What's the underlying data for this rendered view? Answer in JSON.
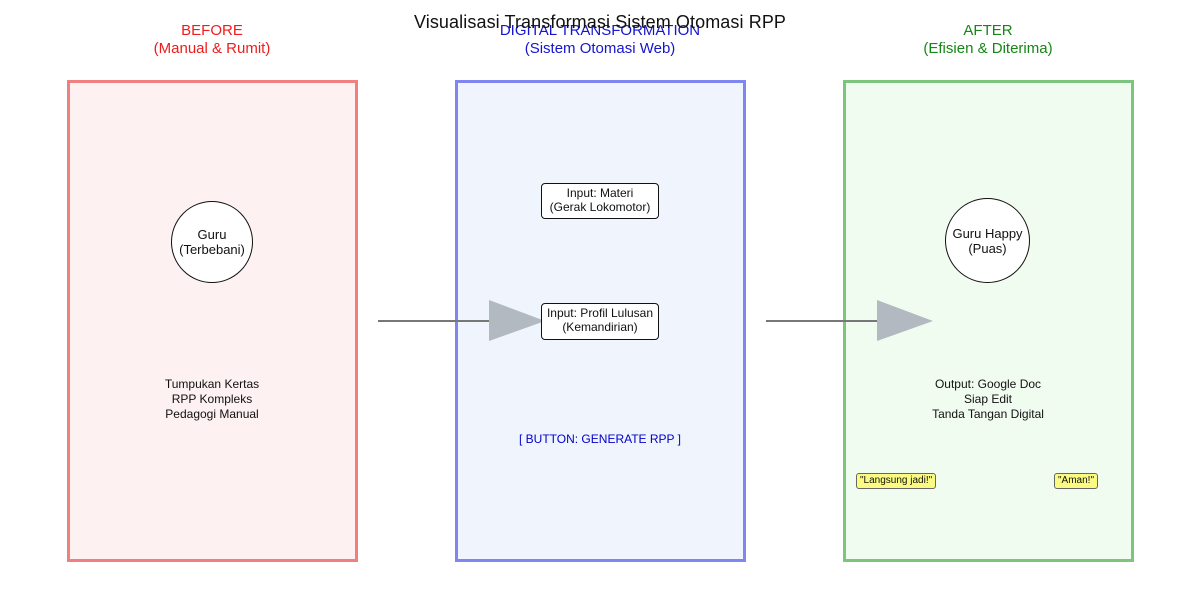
{
  "title": "Visualisasi Transformasi Sistem Otomasi RPP",
  "colors": {
    "before_heading": "#ee1c1c",
    "digital_heading": "#1515d0",
    "after_heading": "#148714",
    "before_border": "#f08080",
    "digital_border": "#7f86ef",
    "after_border": "#7dc47d",
    "arrow": "#b3b9c0",
    "bubble": "#fbfb82"
  },
  "before": {
    "heading_line1": "BEFORE",
    "heading_line2": "(Manual & Rumit)",
    "person_line1": "Guru",
    "person_line2": "(Terbebani)",
    "notes": [
      "Tumpukan Kertas",
      "RPP Kompleks",
      "Pedagogi Manual"
    ]
  },
  "digital": {
    "heading_line1": "DIGITAL TRANSFORMATION",
    "heading_line2": "(Sistem Otomasi Web)",
    "input1_line1": "Input: Materi",
    "input1_line2": "(Gerak Lokomotor)",
    "input2_line1": "Input: Profil Lulusan",
    "input2_line2": "(Kemandirian)",
    "button": "[ BUTTON: GENERATE RPP ]"
  },
  "after": {
    "heading_line1": "AFTER",
    "heading_line2": "(Efisien & Diterima)",
    "person_line1": "Guru Happy",
    "person_line2": "(Puas)",
    "notes": [
      "Output: Google Doc",
      "Siap Edit",
      "Tanda Tangan Digital"
    ],
    "quote1": "\"Langsung jadi!\"",
    "quote2": "\"Aman!\""
  }
}
